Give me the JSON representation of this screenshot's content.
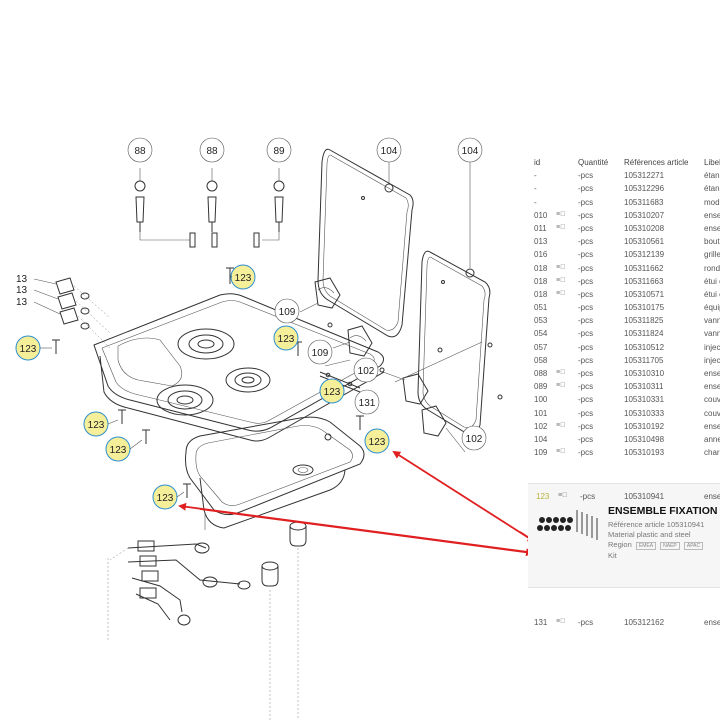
{
  "callouts": {
    "c88a": "88",
    "c88b": "88",
    "c89": "89",
    "c104a": "104",
    "c104b": "104",
    "c13a": "13",
    "c13b": "13",
    "c13c": "13",
    "c123a": "123",
    "c123b": "123",
    "c123c": "123",
    "c123d": "123",
    "c123e": "123",
    "c123f": "123",
    "c123g": "123",
    "c123h": "123",
    "c109a": "109",
    "c109b": "109",
    "c102a": "102",
    "c102b": "102",
    "c131": "131"
  },
  "table": {
    "headers": {
      "id": "id",
      "qty": "Quantité",
      "ref": "Références article",
      "lib": "Libel"
    },
    "rows": [
      {
        "id": "-",
        "icon": false,
        "qty": "-pcs",
        "ref": "105312271",
        "lib": "étanc"
      },
      {
        "id": "-",
        "icon": false,
        "qty": "-pcs",
        "ref": "105312296",
        "lib": "étanc"
      },
      {
        "id": "-",
        "icon": false,
        "qty": "-pcs",
        "ref": "105311683",
        "lib": "modu"
      },
      {
        "id": "010",
        "icon": true,
        "qty": "-pcs",
        "ref": "105310207",
        "lib": "ense"
      },
      {
        "id": "011",
        "icon": true,
        "qty": "-pcs",
        "ref": "105310208",
        "lib": "ense"
      },
      {
        "id": "013",
        "icon": false,
        "qty": "-pcs",
        "ref": "105310561",
        "lib": "bout"
      },
      {
        "id": "016",
        "icon": false,
        "qty": "-pcs",
        "ref": "105312139",
        "lib": "grille"
      },
      {
        "id": "018",
        "icon": true,
        "qty": "-pcs",
        "ref": "105311662",
        "lib": "rond"
      },
      {
        "id": "018",
        "icon": true,
        "qty": "-pcs",
        "ref": "105311663",
        "lib": "étui c"
      },
      {
        "id": "018",
        "icon": true,
        "qty": "-pcs",
        "ref": "105310571",
        "lib": "étui c"
      },
      {
        "id": "051",
        "icon": false,
        "qty": "-pcs",
        "ref": "105310175",
        "lib": "équip"
      },
      {
        "id": "053",
        "icon": false,
        "qty": "-pcs",
        "ref": "105311825",
        "lib": "vann"
      },
      {
        "id": "054",
        "icon": false,
        "qty": "-pcs",
        "ref": "105311824",
        "lib": "vann"
      },
      {
        "id": "057",
        "icon": false,
        "qty": "-pcs",
        "ref": "105310512",
        "lib": "injec"
      },
      {
        "id": "058",
        "icon": false,
        "qty": "-pcs",
        "ref": "105311705",
        "lib": "injec"
      },
      {
        "id": "088",
        "icon": true,
        "qty": "-pcs",
        "ref": "105310310",
        "lib": "ense"
      },
      {
        "id": "089",
        "icon": true,
        "qty": "-pcs",
        "ref": "105310311",
        "lib": "ense"
      },
      {
        "id": "100",
        "icon": false,
        "qty": "-pcs",
        "ref": "105310331",
        "lib": "couv"
      },
      {
        "id": "101",
        "icon": false,
        "qty": "-pcs",
        "ref": "105310333",
        "lib": "couv"
      },
      {
        "id": "102",
        "icon": true,
        "qty": "-pcs",
        "ref": "105310192",
        "lib": "ense"
      },
      {
        "id": "104",
        "icon": false,
        "qty": "-pcs",
        "ref": "105310498",
        "lib": "anne"
      },
      {
        "id": "109",
        "icon": true,
        "qty": "-pcs",
        "ref": "105310193",
        "lib": "charn"
      }
    ],
    "icon_label": "≡⃝",
    "last_row": {
      "id": "131",
      "icon": true,
      "qty": "-pcs",
      "ref": "105312162",
      "lib": "ense"
    }
  },
  "detail": {
    "id": "123",
    "qty": "-pcs",
    "ref": "105310941",
    "lib": "ense",
    "title": "ENSEMBLE FIXATION",
    "reference_line": "Référence article  105310941",
    "material_line": "Material  plastic and steel",
    "region_label": "Region",
    "region_tags": [
      "EMEA",
      "NAEP",
      "APAC"
    ],
    "kit_label": "Kit"
  },
  "colors": {
    "highlight": "#f5ef9a",
    "highlight_ring": "#2e8fd1",
    "arrow": "#e02020",
    "line": "#333333"
  }
}
